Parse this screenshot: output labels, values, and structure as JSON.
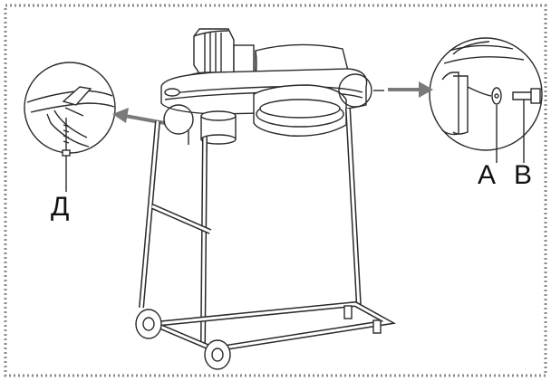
{
  "diagram": {
    "callouts": {
      "left_detail_label": "Д",
      "right_detail_label_a": "A",
      "right_detail_label_b": "B"
    },
    "colors": {
      "line": "#2a2a2a",
      "arrow": "#7a7a7a",
      "border_dots": "#8a8a8a"
    },
    "icons": {
      "left_arrow": "arrow-left-icon",
      "right_arrow": "arrow-right-icon"
    }
  }
}
